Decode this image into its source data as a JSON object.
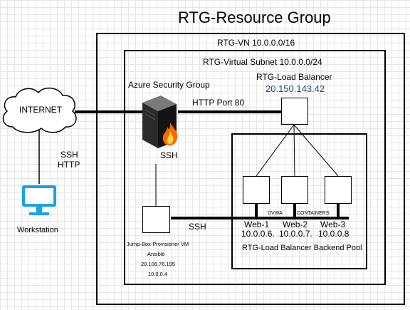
{
  "title": "RTG-Resource Group",
  "vnet": {
    "label": "RTG-VN 10.0.0.0/16"
  },
  "subnet": {
    "label": "RTG-Virtual Subnet 10.0.0.0/24"
  },
  "internet": {
    "label": "INTERNET"
  },
  "workstation": {
    "label": "Workstation"
  },
  "internet_link": {
    "label_ssh": "SSH",
    "label_http": "HTTP"
  },
  "security_group": {
    "label": "Azure Security Group"
  },
  "http_link": {
    "label": "HTTP Port 80"
  },
  "sg_to_jump": {
    "label": "SSH"
  },
  "jump_link": {
    "label": "SSH"
  },
  "load_balancer": {
    "label": "RTG-Load Balancer",
    "ip": "20.150.143.42",
    "ip_color": "#1f4e79"
  },
  "backend_pool": {
    "label": "RTG-Load Balancer Backend Pool",
    "dvwa_label": "DVWA",
    "containers_label": "CONTAINERS",
    "servers": [
      {
        "name": "Web-1",
        "ip": "10.0.0.6."
      },
      {
        "name": "Web-2",
        "ip": "10.0.0.7."
      },
      {
        "name": "Web-3",
        "ip": "10.0.0.8"
      }
    ]
  },
  "jumpbox": {
    "name": "Jump-Box-Provisioner VM",
    "software": "Ansible",
    "public_ip": "20.106.76.195",
    "private_ip": "10.0.0.4"
  },
  "colors": {
    "monitor": "#1aa3e8",
    "flame": "#ff6a00"
  }
}
